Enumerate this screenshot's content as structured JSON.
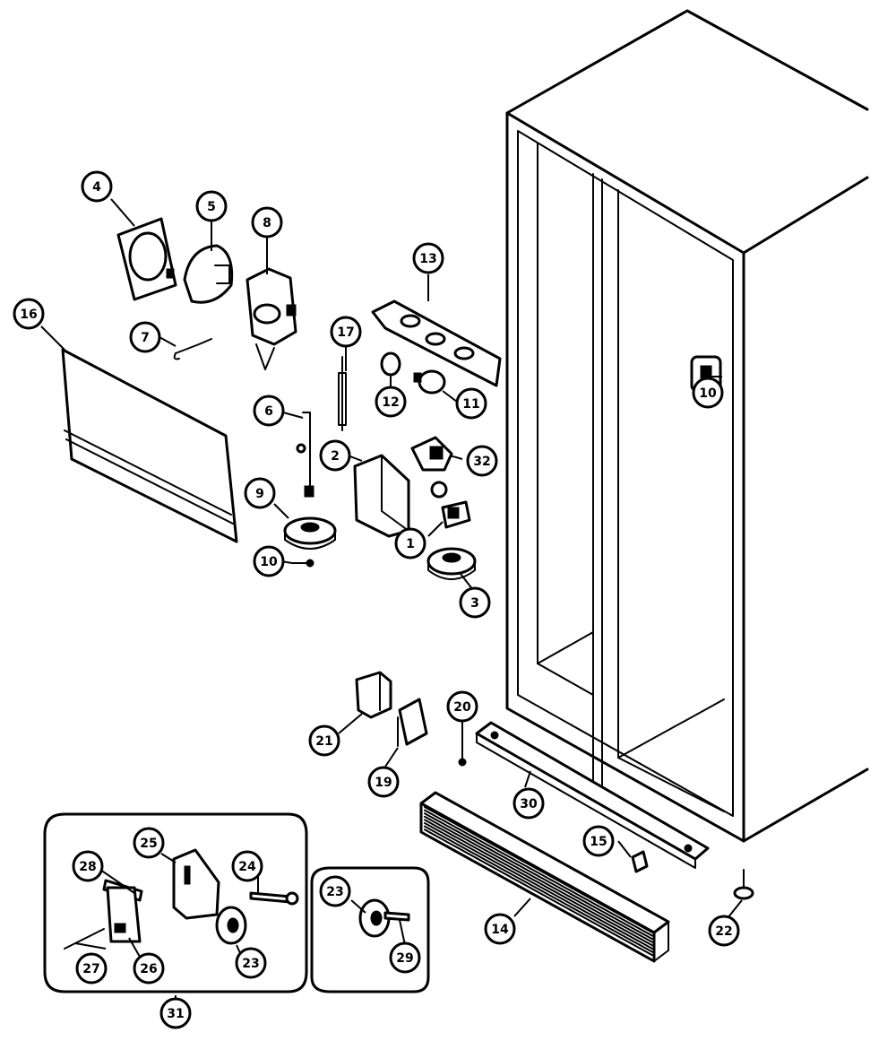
{
  "callouts": [
    {
      "id": "c1",
      "label": "1"
    },
    {
      "id": "c2",
      "label": "2"
    },
    {
      "id": "c3",
      "label": "3"
    },
    {
      "id": "c4",
      "label": "4"
    },
    {
      "id": "c5",
      "label": "5"
    },
    {
      "id": "c6",
      "label": "6"
    },
    {
      "id": "c7",
      "label": "7"
    },
    {
      "id": "c8",
      "label": "8"
    },
    {
      "id": "c9",
      "label": "9"
    },
    {
      "id": "c10a",
      "label": "10"
    },
    {
      "id": "c10b",
      "label": "10"
    },
    {
      "id": "c11",
      "label": "11"
    },
    {
      "id": "c12",
      "label": "12"
    },
    {
      "id": "c13",
      "label": "13"
    },
    {
      "id": "c14",
      "label": "14"
    },
    {
      "id": "c15",
      "label": "15"
    },
    {
      "id": "c16",
      "label": "16"
    },
    {
      "id": "c17",
      "label": "17"
    },
    {
      "id": "c19",
      "label": "19"
    },
    {
      "id": "c20",
      "label": "20"
    },
    {
      "id": "c21",
      "label": "21"
    },
    {
      "id": "c22",
      "label": "22"
    },
    {
      "id": "c23a",
      "label": "23"
    },
    {
      "id": "c23b",
      "label": "23"
    },
    {
      "id": "c23c",
      "label": "23"
    },
    {
      "id": "c24",
      "label": "24"
    },
    {
      "id": "c25",
      "label": "25"
    },
    {
      "id": "c26",
      "label": "26"
    },
    {
      "id": "c27",
      "label": "27"
    },
    {
      "id": "c28",
      "label": "28"
    },
    {
      "id": "c29",
      "label": "29"
    },
    {
      "id": "c30",
      "label": "30"
    },
    {
      "id": "c31",
      "label": "31"
    },
    {
      "id": "c32",
      "label": "32"
    }
  ]
}
